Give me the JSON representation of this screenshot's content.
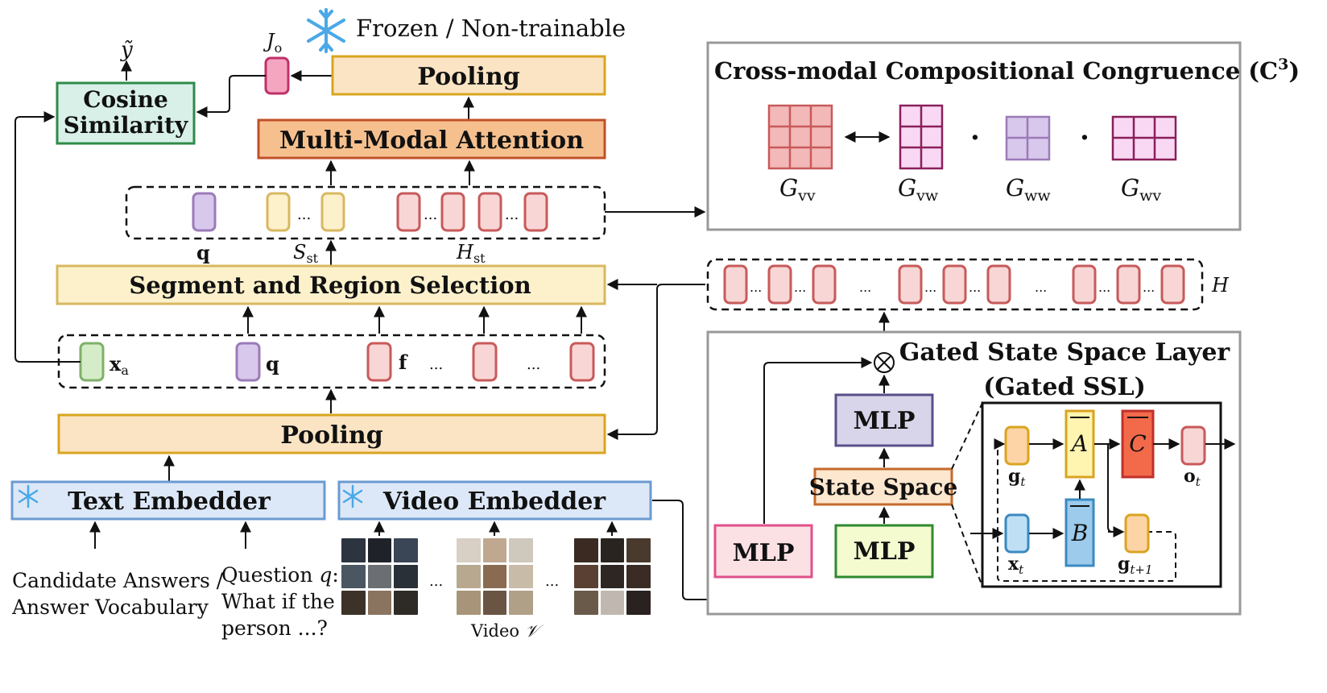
{
  "legend": {
    "frozen": "Frozen / Non-trainable"
  },
  "left_pipeline": {
    "output": "ỹ",
    "cosine_similarity": [
      "Cosine",
      "Similarity"
    ],
    "jo": "J",
    "jo_sub": "o",
    "pooling_top": "Pooling",
    "mma": "Multi-Modal Attention",
    "token_labels": {
      "q": "q",
      "s": "S",
      "s_sub": "st",
      "h": "H",
      "h_sub": "st"
    },
    "segment_selection": "Segment and Region Selection",
    "feature_labels": {
      "xa": "x",
      "xa_sub": "a",
      "q": "q",
      "f": "f"
    },
    "pooling_bottom": "Pooling",
    "text_embedder": "Text Embedder",
    "video_embedder": "Video Embedder",
    "candidate_answers": [
      "Candidate Answers /",
      "Answer Vocabulary"
    ],
    "question_label": "Question",
    "question_var": "q",
    "question_rest": [
      "What if the",
      "person ...?"
    ],
    "video_label": "Video",
    "video_var": "𝒱",
    "ellipsis": "..."
  },
  "c3": {
    "title": "Cross-modal Compositional Congruence (C",
    "title_sup": "3",
    "title_end": ")",
    "grams": [
      {
        "main": "G",
        "sub": "vv"
      },
      {
        "main": "G",
        "sub": "vw"
      },
      {
        "main": "G",
        "sub": "ww"
      },
      {
        "main": "G",
        "sub": "wv"
      }
    ],
    "dot": "·"
  },
  "h_label": "H",
  "gated": {
    "title": [
      "Gated State Space Layer",
      "(Gated SSL)"
    ],
    "mlp": "MLP",
    "state_space": "State Space",
    "ssm": {
      "gt": "g",
      "gt_sub": "t",
      "xt": "x",
      "xt_sub": "t",
      "ot": "o",
      "ot_sub": "t",
      "gt1": "g",
      "gt1_sub": "t+1",
      "a": "A",
      "b": "B",
      "c": "C"
    }
  },
  "colors": {
    "green": "#7fb06a",
    "purple": "#9b7bb8",
    "yellow": "#d8b860",
    "red": "#c85a5a",
    "pool_fill": "#fbe4c4",
    "pool_stroke": "#d9a520",
    "mma_fill": "#f6c08e",
    "mma_stroke": "#c0502a",
    "seg_fill": "#fdf1cc",
    "embed_fill": "#dce8f7",
    "embed_stroke": "#6b9bd0",
    "cos_fill": "#d8f0e8",
    "cos_stroke": "#2f8a4a",
    "mlp_pink": "#fbe0e4",
    "mlp_green": "#f3fbcf",
    "mlp_purple": "#d8d5ea",
    "ss_fill": "#fde7cf",
    "ss_stroke": "#c46a2b"
  }
}
